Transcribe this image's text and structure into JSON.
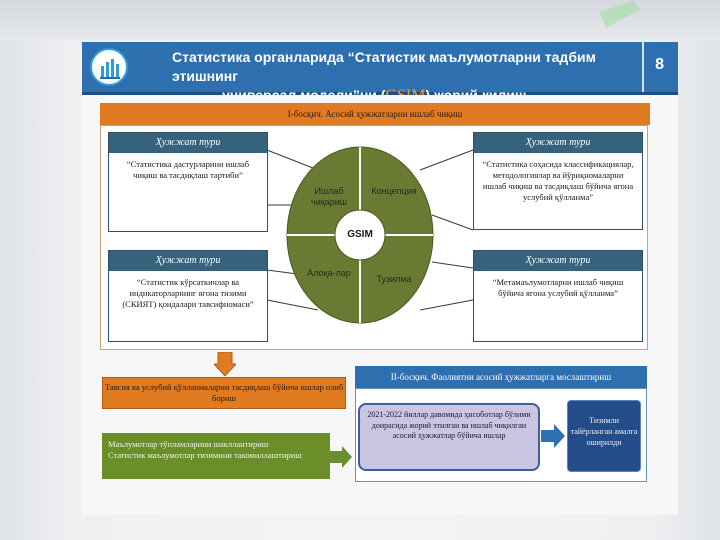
{
  "header": {
    "title_line1": "Статистика органларида “Статистик маълумотларни тадбим этишнинг",
    "title_line2_pre": "универсал модели”ни (",
    "title_line2_hl": "GSIM",
    "title_line2_post": ") жорий қилиш",
    "page_number": "8"
  },
  "top_section": {
    "banner": "I-босқич. Асосий ҳужжатларни ишлаб чиқиш",
    "doc_header": "Ҳужжат тури",
    "docs": [
      "“Статистика дастурларини ишлаб чиқиш ва тасдиқлаш тартиби”",
      "“Статистика соҳасида классификациялар, методологиялар ва йўриқномаларни ишлаб чиқиш ва тасдиқлаш бўйича ягона услубий қўлланма”",
      "“Статистик кўрсаткичлар ва индикаторларнинг ягона тизими (СКИЯТ) қоидалари тавсифномаси”",
      "“Метамаълумотларни ишлаб чиқиш бўйича ягона услубий қўлланма”"
    ],
    "circle": {
      "center": "GSIM",
      "segments": [
        "Ишлаб чиқариш",
        "Концепция",
        "Алоқа-лар",
        "Тузилма"
      ]
    }
  },
  "bottom_left": {
    "orange_text": "Тавсия ва услубий қўлланмаларни тасдиқлаш бўйича ишлар олиб бориш",
    "green_line1": "Маълумотлар тўпламларини шакллантириш",
    "green_line2": "Статистик маълумотлар тизимини такомиллаштириш"
  },
  "bottom_right": {
    "banner": "II-босқич. Фаолиятни асосий ҳужжатларга мослаштириш",
    "lilac_text": "2021-2022 йиллар давомида ҳисоботлар бўлими доирасида жорий этилган ва ишлаб чиқилган асосий ҳужжатлар бўйича ишлар",
    "navy_text": "Тизимли тайёрланган амалга оширилди"
  },
  "colors": {
    "header_blue": "#2e6fb0",
    "orange": "#e07b22",
    "olive": "#6b7a32",
    "green": "#6a8f2a",
    "doc_header": "#36627c",
    "lilac": "#c9c6e3",
    "navy": "#234c88"
  }
}
